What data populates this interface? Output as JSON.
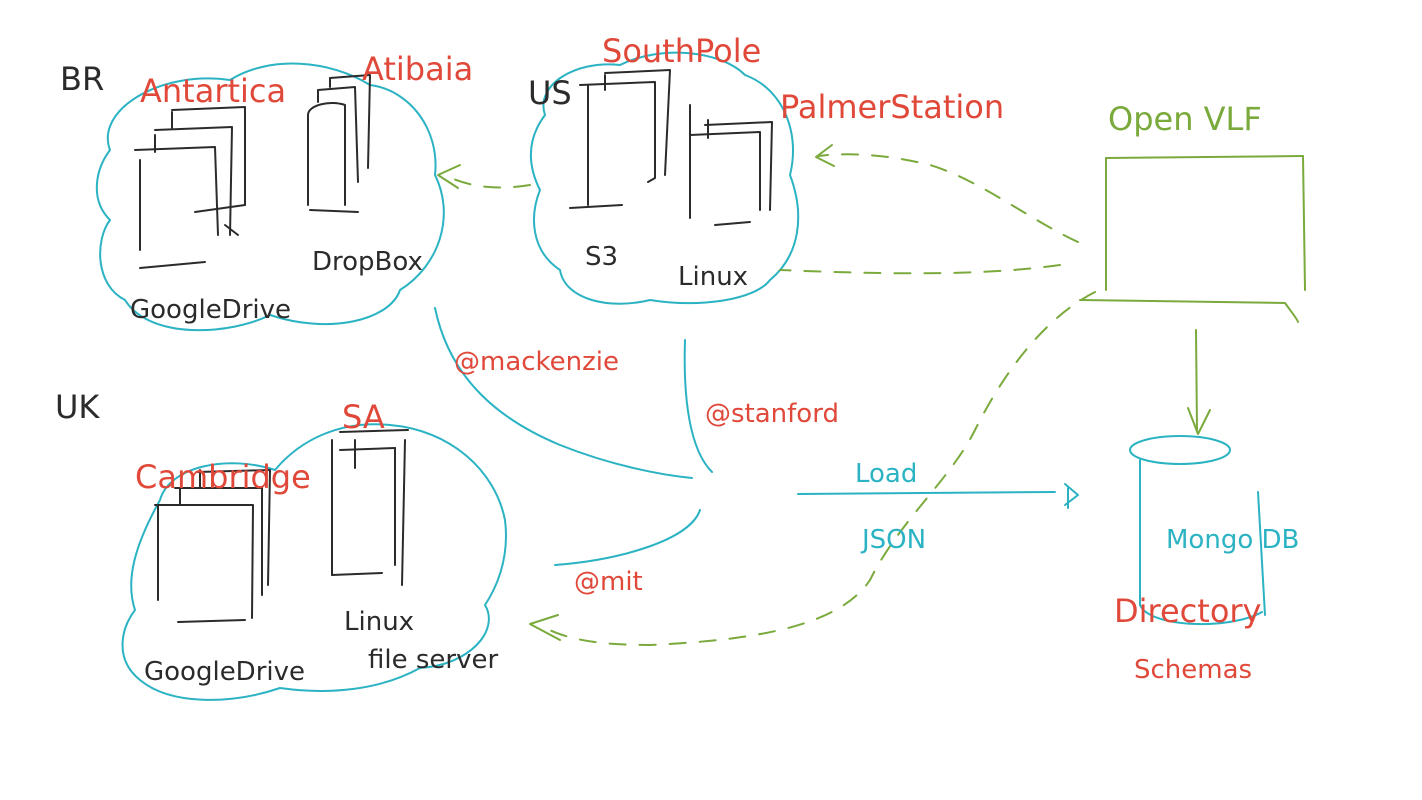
{
  "colors": {
    "ink": "#2b2b2b",
    "red": "#e0483a",
    "cyan": "#2bb3c3",
    "green": "#7aaa3c"
  },
  "regions": {
    "br": {
      "code": "BR",
      "org1": "Antartica",
      "org2": "Atibaia",
      "storage1": "GoogleDrive",
      "storage2": "DropBox"
    },
    "us": {
      "code": "US",
      "org1": "SouthPole",
      "org2": "PalmerStation",
      "storage1": "S3",
      "storage2": "Linux"
    },
    "uk": {
      "code": "UK",
      "org1": "Cambridge",
      "org2": "SA",
      "storage1": "GoogleDrive",
      "storage2": "Linux",
      "storage3": "file server"
    }
  },
  "hub": {
    "mackenzie": "@mackenzie",
    "stanford": "@stanford",
    "mit": "@mit"
  },
  "openvlf": {
    "title": "Open VLF"
  },
  "transfer": {
    "load": "Load",
    "json": "JSON"
  },
  "database": {
    "name": "Mongo DB",
    "directory": "Directory",
    "schemas": "Schemas"
  }
}
